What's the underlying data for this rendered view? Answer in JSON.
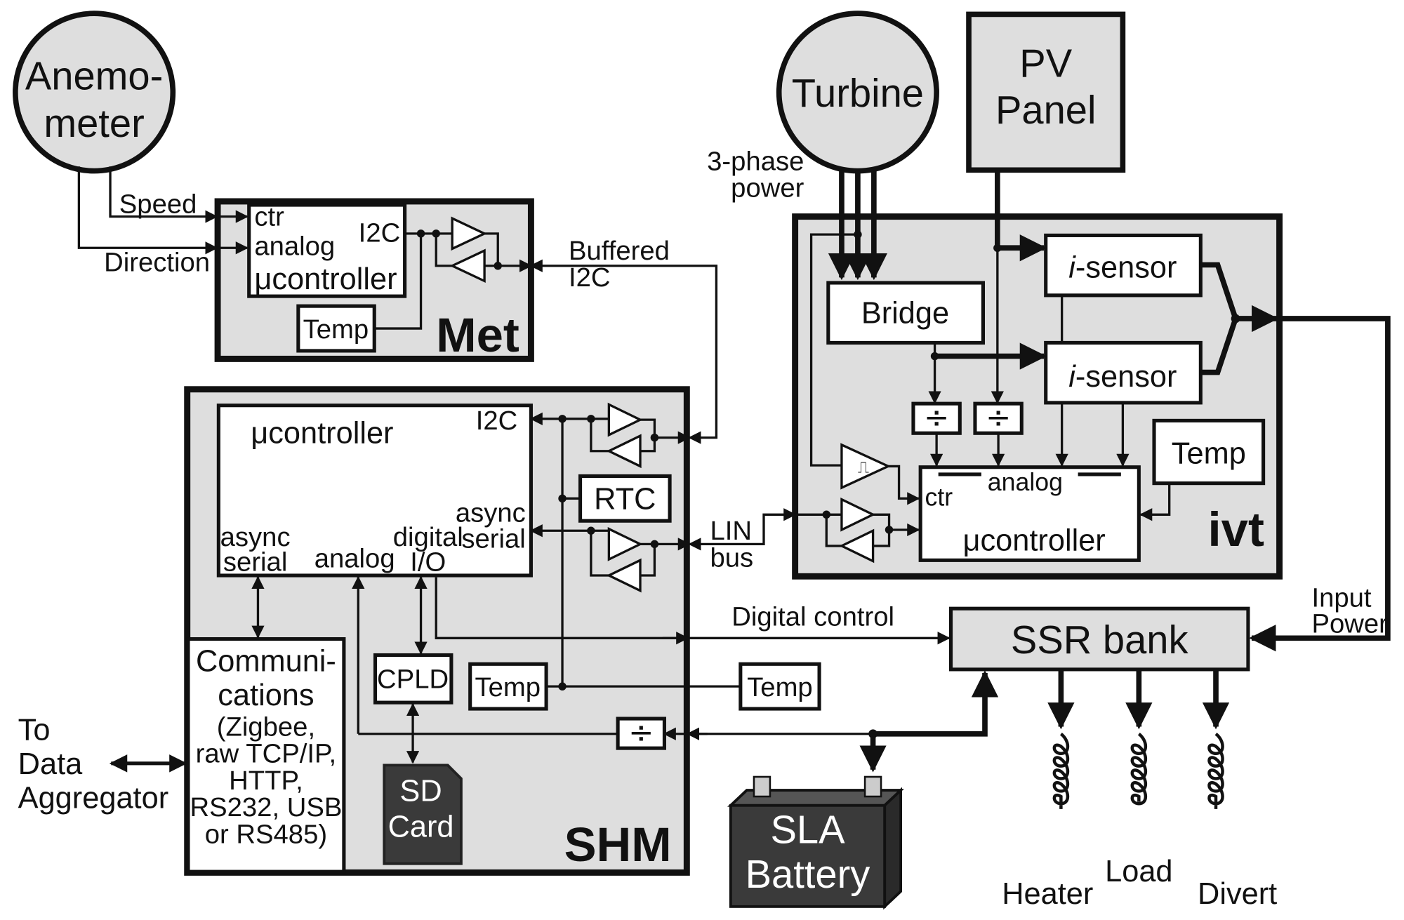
{
  "nodes": {
    "anemometer": {
      "line1": "Anemo-",
      "line2": "meter"
    },
    "turbine": "Turbine",
    "pv_panel": {
      "line1": "PV",
      "line2": "Panel"
    },
    "met": {
      "title": "Met",
      "mcu": {
        "ctr": "ctr",
        "analog": "analog",
        "i2c": "I2C",
        "name": "μcontroller"
      },
      "temp": "Temp"
    },
    "shm": {
      "title": "SHM",
      "mcu": {
        "name": "μcontroller",
        "i2c": "I2C",
        "async_serial_right": {
          "line1": "async",
          "line2": "serial"
        },
        "async_serial_left": {
          "line1": "async",
          "line2": "serial"
        },
        "analog": "analog",
        "digital_io": {
          "line1": "digital",
          "line2": "I/O"
        }
      },
      "rtc": "RTC",
      "cpld": "CPLD",
      "temp": "Temp",
      "communications": {
        "line1": "Communi-",
        "line2": "cations",
        "line3": "(Zigbee,",
        "line4": "raw TCP/IP,",
        "line5": "HTTP,",
        "line6": "RS232, USB",
        "line7": "or RS485)"
      },
      "sd_card": {
        "line1": "SD",
        "line2": "Card"
      }
    },
    "ivt": {
      "title": "ivt",
      "bridge": "Bridge",
      "isensor_top": {
        "prefix": "i",
        "suffix": "-sensor"
      },
      "isensor_bottom": {
        "prefix": "i",
        "suffix": "-sensor"
      },
      "temp": "Temp",
      "mcu": {
        "analog": "analog",
        "ctr": "ctr",
        "name": "μcontroller"
      }
    },
    "ssr_bank": "SSR bank",
    "external_temp": "Temp",
    "battery": {
      "line1": "SLA",
      "line2": "Battery"
    },
    "loads": {
      "heater": "Heater",
      "load": "Load",
      "divert": "Divert"
    },
    "data_aggregator": {
      "line1": "To",
      "line2": "Data",
      "line3": "Aggregator"
    }
  },
  "edges": {
    "speed": "Speed",
    "direction": "Direction",
    "buffered_i2c": {
      "line1": "Buffered",
      "line2": "I2C"
    },
    "three_phase": {
      "line1": "3-phase",
      "line2": "power"
    },
    "lin_bus": {
      "line1": "LIN",
      "line2": "bus"
    },
    "digital_control": "Digital control",
    "input_power": {
      "line1": "Input",
      "line2": "Power"
    }
  },
  "colors": {
    "panel_fill": "#dedede",
    "box_fill": "#ffffff",
    "stroke": "#111111",
    "dark_component": "#3a3a3a"
  }
}
